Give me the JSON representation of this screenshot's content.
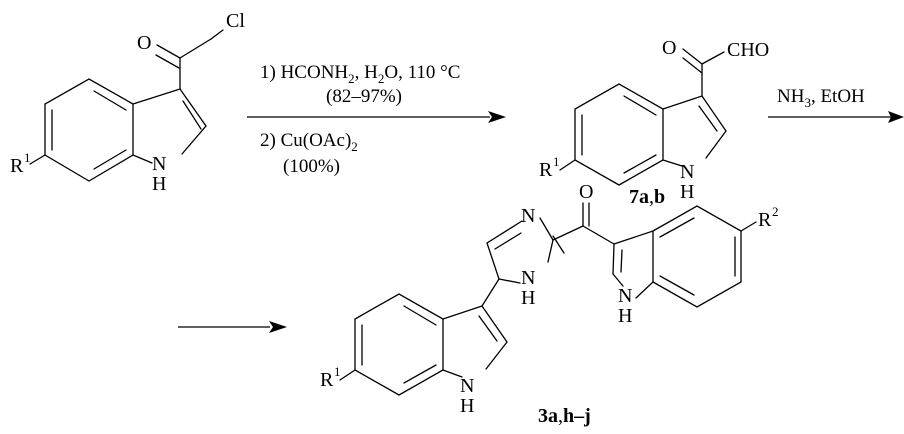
{
  "atoms": {
    "chlorine": "Cl",
    "oxygen": "O",
    "nitrogen": "N",
    "nh_n": "N",
    "nh_h": "H",
    "cho": "CHO",
    "r": "R",
    "sup_1": "1",
    "sup_2": "2"
  },
  "step1": {
    "cond1_prefix": "1) HCONH",
    "cond1_sub": "2",
    "cond1_mid": ", H",
    "cond1_sub2": "2",
    "cond1_suffix": "O, 110 °C",
    "yield1": "(82–97%)",
    "cond2_prefix": "2) Cu(OAc)",
    "cond2_sub": "2",
    "yield2": "(100%)"
  },
  "step2": {
    "reagent_prefix": "NH",
    "reagent_sub": "3",
    "reagent_suffix": ", EtOH"
  },
  "labels": {
    "intermediate_bold1": "7a",
    "intermediate_sep": ",",
    "intermediate_bold2": "b",
    "product_bold1": "3a",
    "product_sep": ",",
    "product_bold2": "h–j"
  }
}
